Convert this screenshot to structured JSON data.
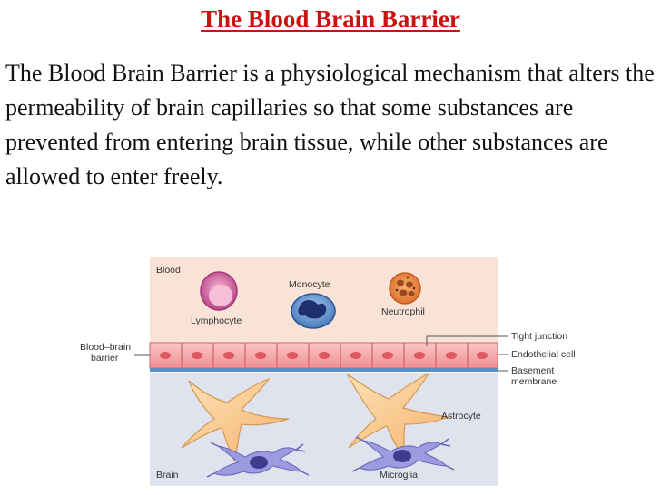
{
  "title": "The Blood Brain Barrier",
  "paragraph": "The Blood Brain Barrier is a physiological mechanism that alters the permeability of brain capillaries so that some substances are prevented from entering brain tissue, while other substances are allowed to enter freely.",
  "diagram": {
    "labels": {
      "blood": "Blood",
      "brain": "Brain",
      "lymphocyte": "Lymphocyte",
      "monocyte": "Monocyte",
      "neutrophil": "Neutrophil",
      "bbb_line1": "Blood–brain",
      "bbb_line2": "barrier",
      "tight_junction": "Tight junction",
      "endothelial_cell": "Endothelial cell",
      "basement_line1": "Basement",
      "basement_line2": "membrane",
      "astrocyte": "Astrocyte",
      "microglia": "Microglia"
    },
    "colors": {
      "title": "#cc1111",
      "blood_region": "#f9e3d6",
      "brain_region": "#dfe3ee",
      "endothelium": "#f4a3a6",
      "nucleus": "#e0585f",
      "basement_membrane": "#5a8fc4",
      "astrocyte": "#f9c98f",
      "microglia": "#8f8fd6",
      "lymphocyte": "#e8649c",
      "monocyte": "#2d5ea8",
      "neutrophil": "#e9803e"
    }
  }
}
